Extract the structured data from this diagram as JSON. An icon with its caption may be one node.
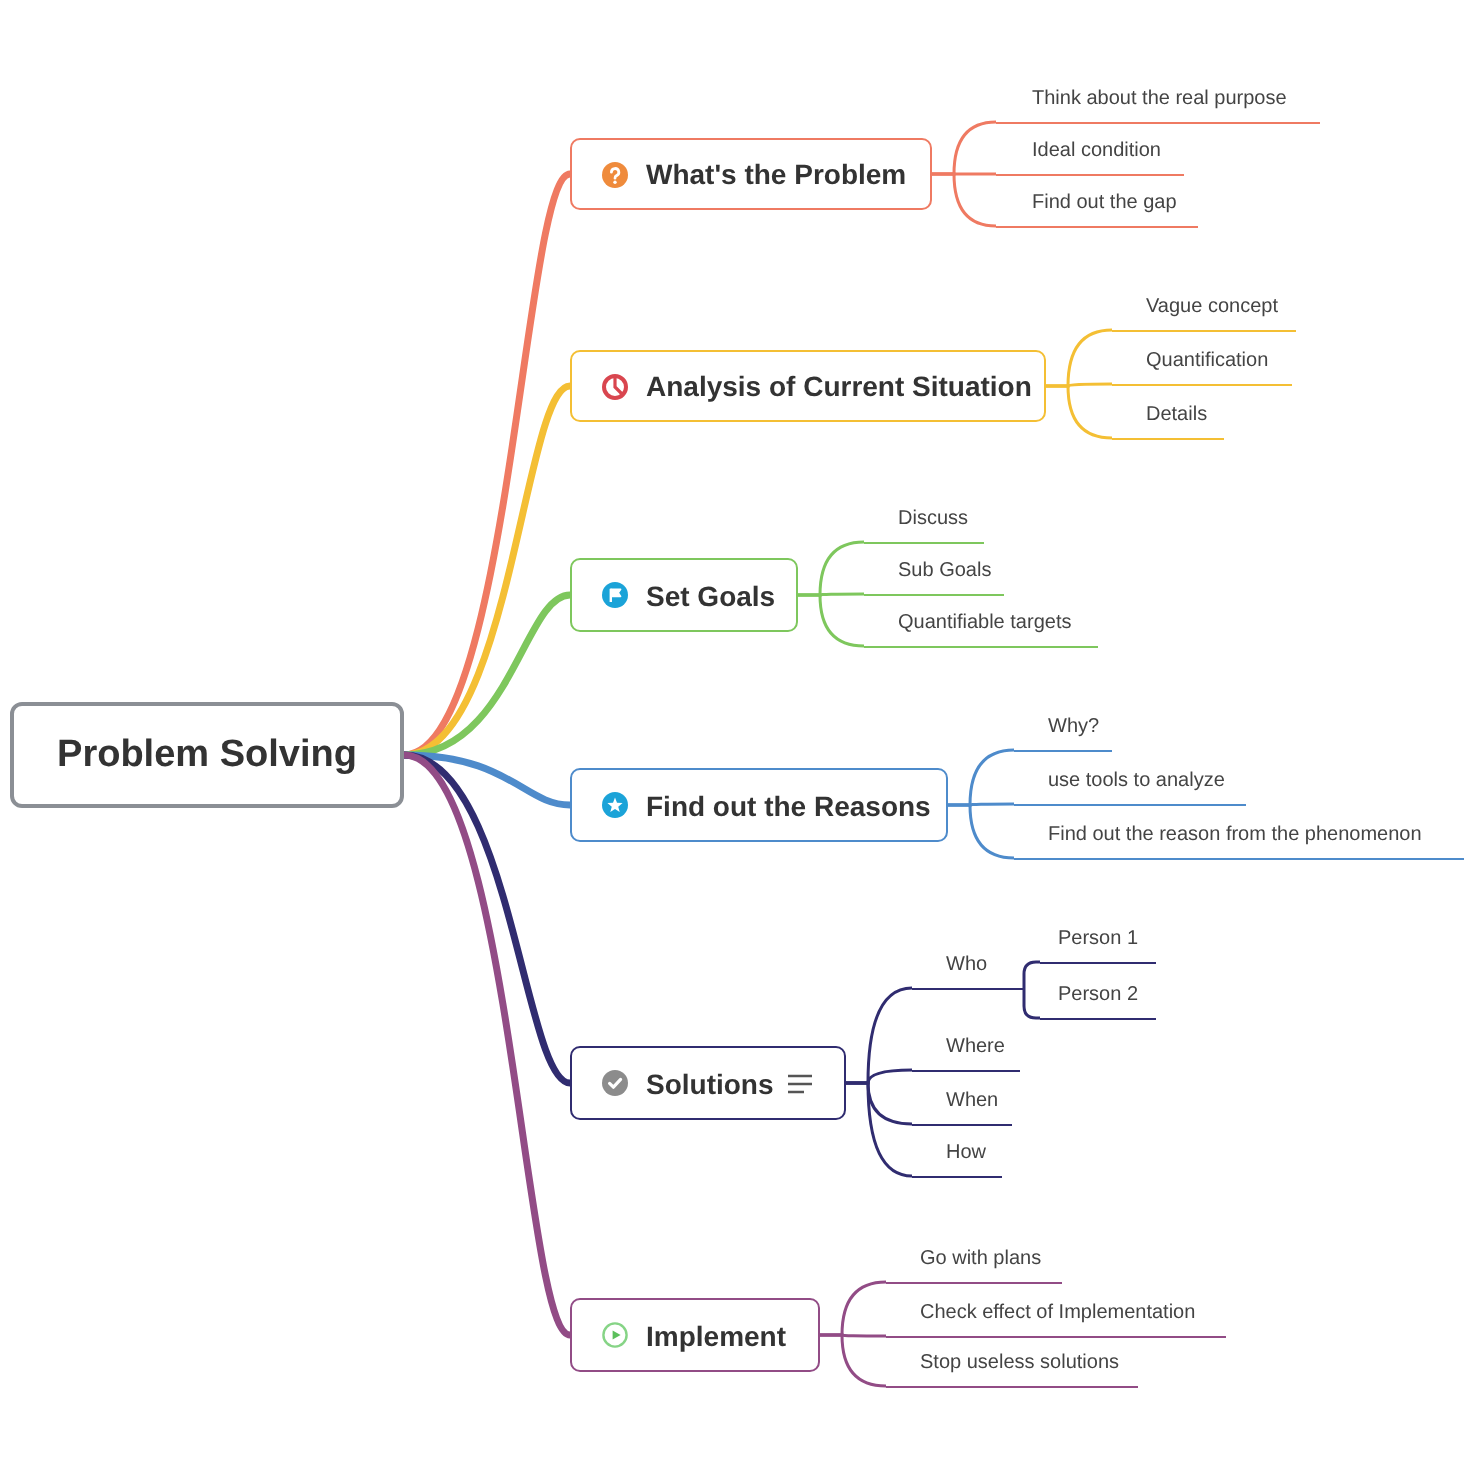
{
  "diagram": {
    "nodes": [
      {
        "text": [
          "Problem Solving"
        ]
      },
      {
        "text": [
          "What's the Problem"
        ]
      },
      {
        "text": [
          "Think about the real purpose"
        ]
      },
      {
        "text": [
          "Ideal condition"
        ]
      },
      {
        "text": [
          "Find out the gap"
        ]
      },
      {
        "text": [
          "Analysis of Current Situation"
        ]
      },
      {
        "text": [
          "Vague concept"
        ]
      },
      {
        "text": [
          "Quantification"
        ]
      },
      {
        "text": [
          "Details"
        ]
      },
      {
        "text": [
          "Set Goals"
        ]
      },
      {
        "text": [
          "Discuss"
        ]
      },
      {
        "text": [
          "Sub Goals"
        ]
      },
      {
        "text": [
          "Quantifiable targets"
        ]
      },
      {
        "text": [
          "Find out the Reasons"
        ]
      },
      {
        "text": [
          "Why?"
        ]
      },
      {
        "text": [
          "use tools to analyze"
        ]
      },
      {
        "text": [
          "Find out the reason from the phenomenon"
        ]
      },
      {
        "text": [
          "Solutions"
        ]
      },
      {
        "text": [
          "Who"
        ]
      },
      {
        "text": [
          "Person 1"
        ]
      },
      {
        "text": [
          "Person 2"
        ]
      },
      {
        "text": [
          "Where"
        ]
      },
      {
        "text": [
          "When"
        ]
      },
      {
        "text": [
          "How"
        ]
      },
      {
        "text": [
          "Implement"
        ]
      },
      {
        "text": [
          "Go with plans"
        ]
      },
      {
        "text": [
          "Check effect of Implementation"
        ]
      },
      {
        "text": [
          "Stop useless solutions"
        ]
      }
    ],
    "edges": [
      {
        "from": 0,
        "to": 1,
        "arrow": "none",
        "style": "thick",
        "color": "#ef7a62"
      },
      {
        "from": 0,
        "to": 5,
        "arrow": "none",
        "style": "thick",
        "color": "#f4bf34"
      },
      {
        "from": 0,
        "to": 9,
        "arrow": "none",
        "style": "thick",
        "color": "#7ec75d"
      },
      {
        "from": 0,
        "to": 13,
        "arrow": "none",
        "style": "thick",
        "color": "#4e8bcb"
      },
      {
        "from": 0,
        "to": 17,
        "arrow": "none",
        "style": "thick",
        "color": "#302c70"
      },
      {
        "from": 0,
        "to": 24,
        "arrow": "none",
        "style": "thick",
        "color": "#924c86"
      },
      {
        "from": 1,
        "to": 2,
        "arrow": "none",
        "color": "#ef7a62"
      },
      {
        "from": 1,
        "to": 3,
        "arrow": "none",
        "color": "#ef7a62"
      },
      {
        "from": 1,
        "to": 4,
        "arrow": "none",
        "color": "#ef7a62"
      },
      {
        "from": 5,
        "to": 6,
        "arrow": "none",
        "color": "#f4bf34"
      },
      {
        "from": 5,
        "to": 7,
        "arrow": "none",
        "color": "#f4bf34"
      },
      {
        "from": 5,
        "to": 8,
        "arrow": "none",
        "color": "#f4bf34"
      },
      {
        "from": 9,
        "to": 10,
        "arrow": "none",
        "color": "#7ec75d"
      },
      {
        "from": 9,
        "to": 11,
        "arrow": "none",
        "color": "#7ec75d"
      },
      {
        "from": 9,
        "to": 12,
        "arrow": "none",
        "color": "#7ec75d"
      },
      {
        "from": 13,
        "to": 14,
        "arrow": "none",
        "color": "#4e8bcb"
      },
      {
        "from": 13,
        "to": 15,
        "arrow": "none",
        "color": "#4e8bcb"
      },
      {
        "from": 13,
        "to": 16,
        "arrow": "none",
        "color": "#4e8bcb"
      },
      {
        "from": 17,
        "to": 18,
        "arrow": "none",
        "color": "#302c70"
      },
      {
        "from": 18,
        "to": 19,
        "arrow": "none",
        "color": "#302c70"
      },
      {
        "from": 18,
        "to": 20,
        "arrow": "none",
        "color": "#302c70"
      },
      {
        "from": 17,
        "to": 21,
        "arrow": "none",
        "color": "#302c70"
      },
      {
        "from": 17,
        "to": 22,
        "arrow": "none",
        "color": "#302c70"
      },
      {
        "from": 17,
        "to": 23,
        "arrow": "none",
        "color": "#302c70"
      },
      {
        "from": 24,
        "to": 25,
        "arrow": "none",
        "color": "#924c86"
      },
      {
        "from": 24,
        "to": 26,
        "arrow": "none",
        "color": "#924c86"
      },
      {
        "from": 24,
        "to": 27,
        "arrow": "none",
        "color": "#924c86"
      }
    ]
  }
}
